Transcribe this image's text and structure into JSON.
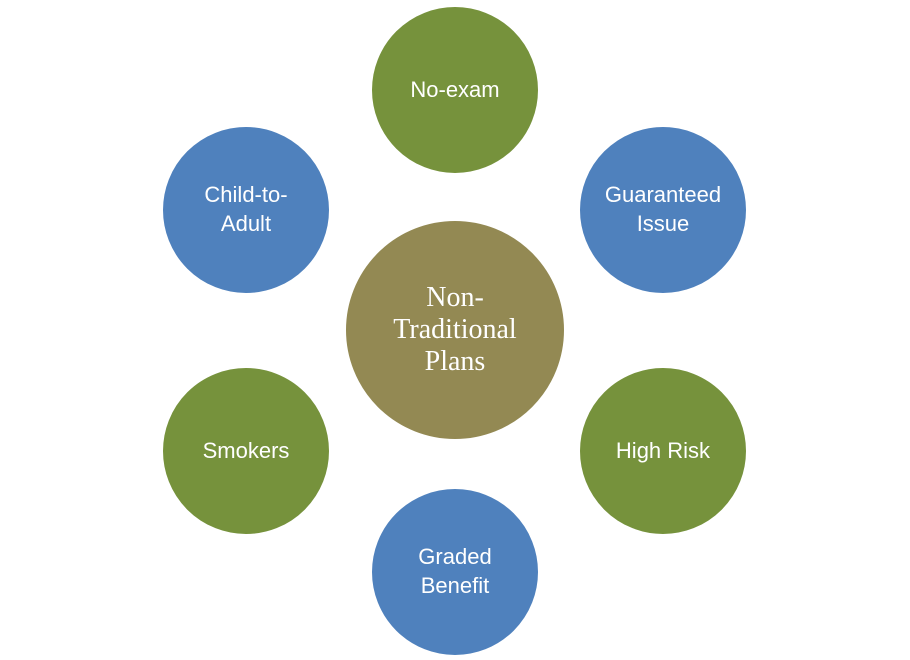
{
  "diagram": {
    "center": {
      "label": "Non-\nTraditional\nPlans",
      "color": "#938953"
    },
    "arrow_color": "#a7bcdc",
    "nodes": [
      {
        "key": "no-exam",
        "label": "No-exam",
        "color": "#76923c"
      },
      {
        "key": "guaranteed-issue",
        "label": "Guaranteed\nIssue",
        "color": "#4f81bd"
      },
      {
        "key": "high-risk",
        "label": "High Risk",
        "color": "#76923c"
      },
      {
        "key": "graded-benefit",
        "label": "Graded\nBenefit",
        "color": "#4f81bd"
      },
      {
        "key": "smokers",
        "label": "Smokers",
        "color": "#76923c"
      },
      {
        "key": "child-to-adult",
        "label": "Child-to-\nAdult",
        "color": "#4f81bd"
      }
    ]
  }
}
